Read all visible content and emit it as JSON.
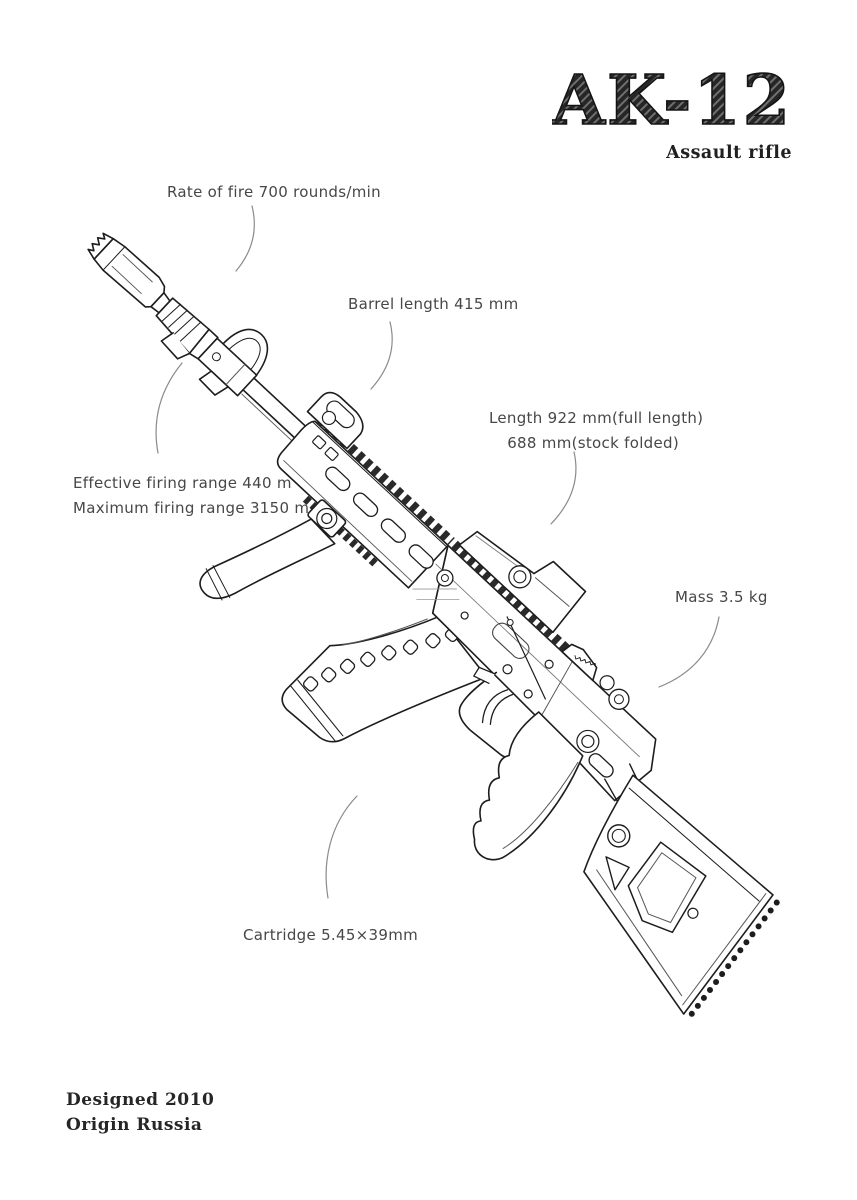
{
  "title": {
    "text": "AK-12",
    "subtitle": "Assault rifle"
  },
  "annotations": {
    "rate_of_fire": "Rate of fire 700 rounds/min",
    "barrel_length": "Barrel length 415 mm",
    "length_full": "Length 922 mm(full length)",
    "length_folded": "688 mm(stock folded)",
    "effective_range": "Effective firing range 440 m",
    "maximum_range": "Maximum firing range 3150 m",
    "mass": "Mass 3.5 kg",
    "cartridge": "Cartridge 5.45×39mm"
  },
  "footer": {
    "designed": "Designed 2010",
    "origin": "Origin Russia"
  },
  "subject": {
    "name": "AK-12 assault rifle technical line drawing"
  },
  "colors": {
    "ink": "#1d1d1d",
    "label_text": "#474747",
    "leader_line": "#8a8a8a",
    "background": "#ffffff",
    "title_ink": "#262626"
  }
}
